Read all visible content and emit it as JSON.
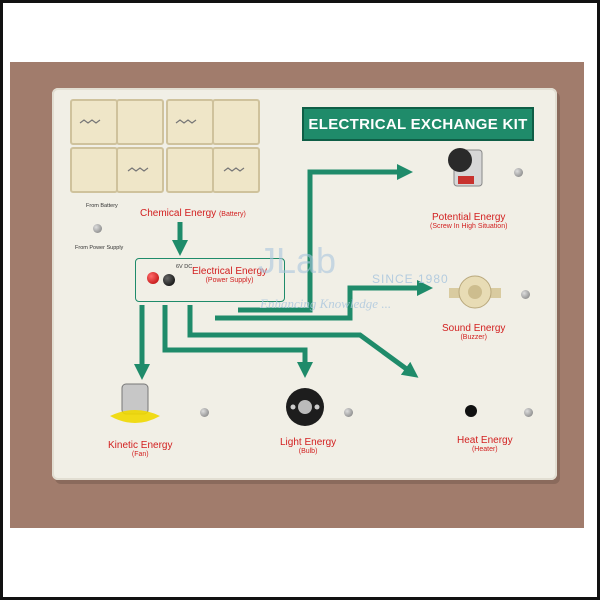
{
  "title": "ELECTRICAL EXCHANGE KIT",
  "battery_section": {
    "label": "Chemical Energy",
    "sub": "(Battery)"
  },
  "source_labels": {
    "from_battery": "From Battery",
    "from_power_supply": "From Power Supply"
  },
  "power_supply": {
    "voltage": "6V DC",
    "label": "Electrical Energy",
    "sub": "(Power Supply)"
  },
  "outputs": {
    "potential": {
      "label": "Potential Energy",
      "sub": "(Screw In High Situation)"
    },
    "sound": {
      "label": "Sound Energy",
      "sub": "(Buzzer)"
    },
    "kinetic": {
      "label": "Kinetic Energy",
      "sub": "(Fan)"
    },
    "light": {
      "label": "Light Energy",
      "sub": "(Bulb)"
    },
    "heat": {
      "label": "Heat Energy",
      "sub": "(Heater)"
    }
  },
  "watermark": {
    "logo": "JLab",
    "since": "SINCE 1980",
    "tagline": "Enhancing Knowledge ..."
  },
  "colors": {
    "arrow": "#1f8b6a",
    "label_red": "#d21f1f",
    "board": "#f1efe6",
    "background": "#a17c6c"
  }
}
